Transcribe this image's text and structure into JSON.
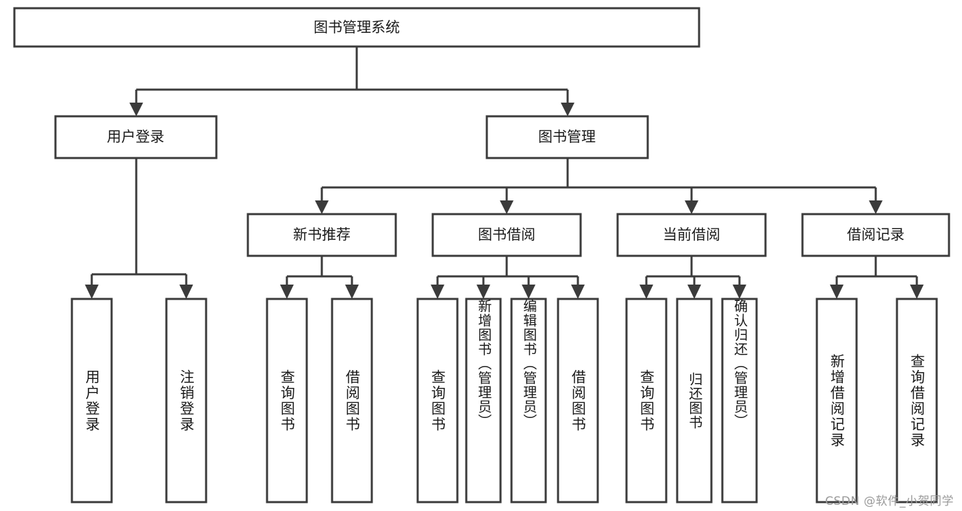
{
  "diagram": {
    "type": "tree-hierarchy",
    "title": "图书管理系统",
    "orientation": "top-down",
    "colors": {
      "stroke": "#3b3b3b",
      "fill": "#ffffff",
      "text": "#1a1a1a",
      "background": "#ffffff",
      "watermark": "#9a9a9a"
    },
    "root": {
      "label": "图书管理系统"
    },
    "level1": [
      {
        "label": "用户登录"
      },
      {
        "label": "图书管理"
      }
    ],
    "level2": [
      {
        "label": "新书推荐"
      },
      {
        "label": "图书借阅"
      },
      {
        "label": "当前借阅"
      },
      {
        "label": "借阅记录"
      }
    ],
    "leaves": {
      "user_login": [
        {
          "label": "用户登录"
        },
        {
          "label": "注销登录"
        }
      ],
      "new_book_recommend": [
        {
          "label": "查询图书"
        },
        {
          "label": "借阅图书"
        }
      ],
      "book_borrow": [
        {
          "label": "查询图书"
        },
        {
          "label": "新增图书（管理员）"
        },
        {
          "label": "编辑图书（管理员）"
        },
        {
          "label": "借阅图书"
        }
      ],
      "current_borrow": [
        {
          "label": "查询图书"
        },
        {
          "label": "归还图书"
        },
        {
          "label": "确认归还（管理员）"
        }
      ],
      "borrow_record": [
        {
          "label": "新增借阅记录"
        },
        {
          "label": "查询借阅记录"
        }
      ]
    },
    "watermark": "CSDN @软件_小贺同学"
  }
}
